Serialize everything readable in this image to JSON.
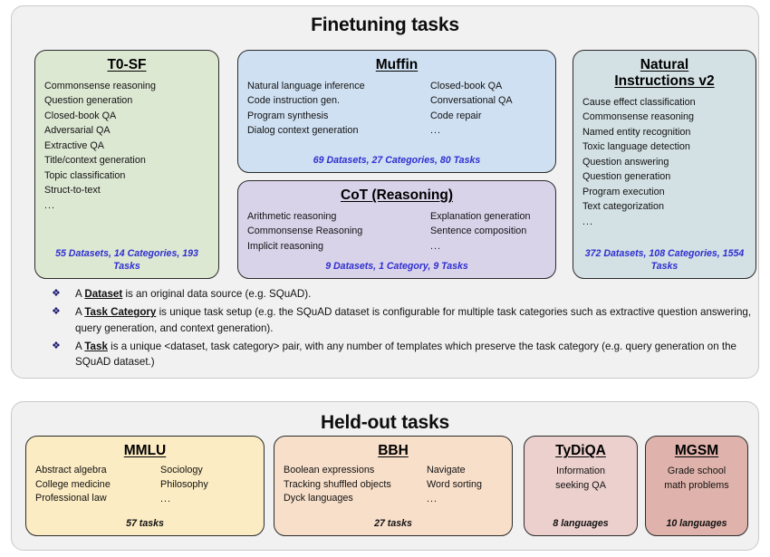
{
  "finetuning": {
    "title": "Finetuning tasks",
    "cards": [
      {
        "name": "t0sf",
        "title": "T0-SF",
        "color": "#dde8d3",
        "columns": [
          [
            "Commonsense reasoning",
            "Question generation",
            "Closed-book QA",
            "Adversarial QA",
            "Extractive QA",
            "Title/context generation",
            "Topic classification",
            "Struct-to-text",
            "..."
          ]
        ],
        "stats": "55 Datasets, 14 Categories, 193 Tasks"
      },
      {
        "name": "muffin",
        "title": "Muffin",
        "color": "#cfe0f2",
        "columns": [
          [
            "Natural language inference",
            "Code instruction gen.",
            "Program synthesis",
            "Dialog context generation"
          ],
          [
            "Closed-book QA",
            "Conversational QA",
            "Code repair",
            "..."
          ]
        ],
        "stats": "69 Datasets, 27 Categories, 80 Tasks"
      },
      {
        "name": "cot",
        "title": "CoT (Reasoning)",
        "color": "#d9d3ea",
        "columns": [
          [
            "Arithmetic reasoning",
            "Commonsense Reasoning",
            "Implicit reasoning"
          ],
          [
            "Explanation generation",
            "Sentence composition",
            "..."
          ]
        ],
        "stats": "9 Datasets, 1 Category, 9 Tasks"
      },
      {
        "name": "natural-instructions-v2",
        "title_line1": "Natural",
        "title_line2": "Instructions v2",
        "color": "#d3e0e4",
        "columns": [
          [
            "Cause effect classification",
            "Commonsense reasoning",
            "Named entity recognition",
            "Toxic language detection",
            "Question answering",
            "Question generation",
            "Program execution",
            "Text categorization",
            "..."
          ]
        ],
        "stats": "372 Datasets, 108 Categories, 1554 Tasks"
      }
    ],
    "definitions": [
      {
        "bullet": "❖",
        "lead": "A ",
        "term": "Dataset",
        "rest": " is an original data source (e.g. SQuAD)."
      },
      {
        "bullet": "❖",
        "lead": "A ",
        "term": "Task Category",
        "rest": " is unique task setup (e.g. the SQuAD dataset is configurable for multiple task categories such as extractive question answering, query generation, and context generation)."
      },
      {
        "bullet": "❖",
        "lead": "A ",
        "term": "Task",
        "rest": " is a unique <dataset, task category> pair, with any number of templates which preserve the task category (e.g. query generation on the SQuAD dataset.)"
      }
    ]
  },
  "heldout": {
    "title": "Held-out tasks",
    "cards": [
      {
        "name": "mmlu",
        "title": "MMLU",
        "color": "#fcecc3",
        "columns": [
          [
            "Abstract algebra",
            "College medicine",
            "Professional law"
          ],
          [
            "Sociology",
            "Philosophy",
            "..."
          ]
        ],
        "stats": "57 tasks"
      },
      {
        "name": "bbh",
        "title": "BBH",
        "color": "#f8dfca",
        "columns": [
          [
            "Boolean expressions",
            "Tracking shuffled objects",
            "Dyck languages"
          ],
          [
            "Navigate",
            "Word sorting",
            "..."
          ]
        ],
        "stats": "27 tasks"
      },
      {
        "name": "tydiqa",
        "title": "TyDiQA",
        "color": "#ecd0cd",
        "columns": [
          [
            "Information",
            "seeking QA"
          ]
        ],
        "stats": "8 languages"
      },
      {
        "name": "mgsm",
        "title": "MGSM",
        "color": "#dfb3ab",
        "columns": [
          [
            "Grade school",
            "math problems"
          ]
        ],
        "stats": "10 languages"
      }
    ]
  },
  "colors": {
    "panel_background": "#f1f1f1",
    "panel_border": "#c9c9c9",
    "card_border": "#2b2b2b",
    "stats_accent": "#2f2fd0",
    "stats_dark": "#111111",
    "text": "#121212"
  }
}
